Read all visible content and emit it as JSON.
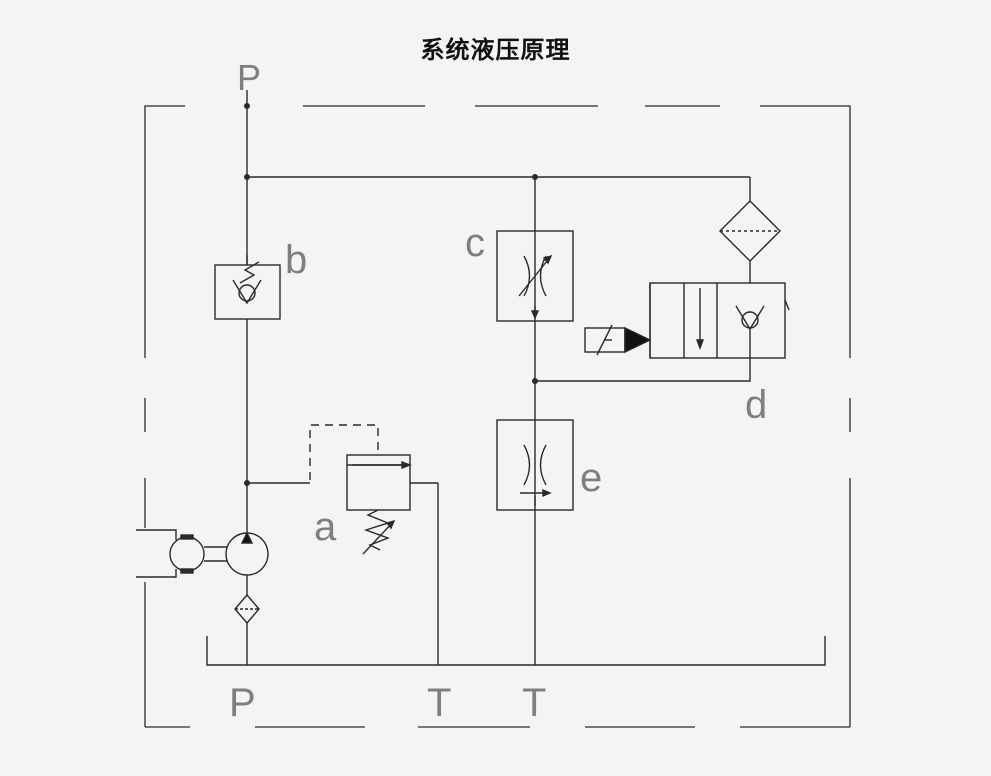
{
  "title": "系统液压原理",
  "labels": {
    "port_p_top": "P",
    "port_p_bottom": "P",
    "port_t_left": "T",
    "port_t_right": "T",
    "relief_valve": "a",
    "check_valve": "b",
    "throttle_c": "c",
    "solenoid_valve": "d",
    "throttle_e": "e"
  },
  "colors": {
    "line": "#2a2a2a",
    "label": "#7f7f7f",
    "background": "#f3f4f6",
    "title": "#111111"
  }
}
